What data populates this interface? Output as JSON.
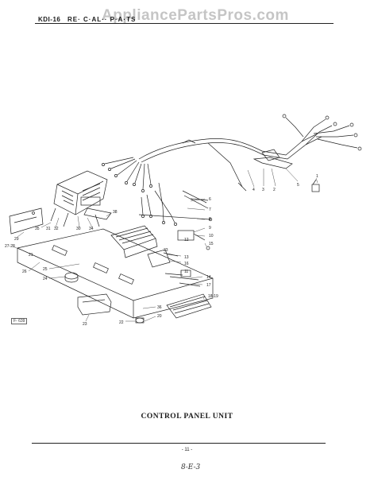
{
  "header": {
    "model": "KDI-16",
    "section": "RE· C·AL·· P·A·TS"
  },
  "watermark": "AppliancePartsPros.com",
  "callouts": [
    {
      "id": "c1",
      "text": "1"
    },
    {
      "id": "c2",
      "text": "2"
    },
    {
      "id": "c3",
      "text": "3"
    },
    {
      "id": "c4",
      "text": "4"
    },
    {
      "id": "c5",
      "text": "5"
    },
    {
      "id": "c6",
      "text": "6"
    },
    {
      "id": "c7",
      "text": "7"
    },
    {
      "id": "c8",
      "text": "8"
    },
    {
      "id": "c9",
      "text": "9"
    },
    {
      "id": "c10",
      "text": "10"
    },
    {
      "id": "c11",
      "text": "11"
    },
    {
      "id": "c12",
      "text": "12"
    },
    {
      "id": "c13",
      "text": "13"
    },
    {
      "id": "c14",
      "text": "14"
    },
    {
      "id": "c15",
      "text": "15"
    },
    {
      "id": "c16",
      "text": "16"
    },
    {
      "id": "c17",
      "text": "17"
    },
    {
      "id": "c18",
      "text": "18-19"
    },
    {
      "id": "c20",
      "text": "20"
    },
    {
      "id": "c21",
      "text": "21"
    },
    {
      "id": "c22",
      "text": "22"
    },
    {
      "id": "c23",
      "text": "23"
    },
    {
      "id": "c24",
      "text": "24"
    },
    {
      "id": "c25",
      "text": "25"
    },
    {
      "id": "c26",
      "text": "26"
    },
    {
      "id": "c27",
      "text": "27-28"
    },
    {
      "id": "c29",
      "text": "29"
    },
    {
      "id": "c30",
      "text": "30"
    },
    {
      "id": "c31",
      "text": "31"
    },
    {
      "id": "c32",
      "text": "32"
    },
    {
      "id": "c33",
      "text": "33"
    },
    {
      "id": "c34",
      "text": "34"
    },
    {
      "id": "c35",
      "text": "35"
    },
    {
      "id": "c36",
      "text": "36"
    },
    {
      "id": "c38",
      "text": "38"
    }
  ],
  "figure_number": "F- 639",
  "caption": "CONTROL PANEL UNIT",
  "page_number": "- 11 -",
  "handwritten_note": "8-E-3"
}
